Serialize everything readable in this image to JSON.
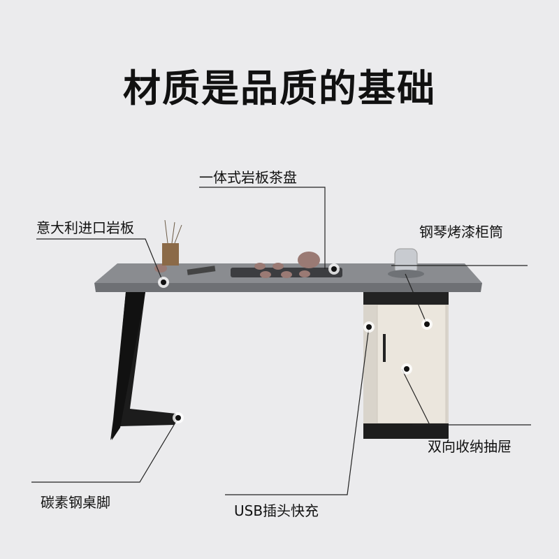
{
  "title": "材质是品质的基础",
  "labels": {
    "tray": "一体式岩板茶盘",
    "slab": "意大利进口岩板",
    "cabinet": "钢琴烤漆柜筒",
    "drawer": "双向收纳抽屉",
    "legs": "碳素钢桌脚",
    "usb": "USB插头快充"
  },
  "colors": {
    "background": "#ebebed",
    "desktop": "#808286",
    "leg": "#1a1a1a",
    "cabinet": "#e6e1d8"
  }
}
